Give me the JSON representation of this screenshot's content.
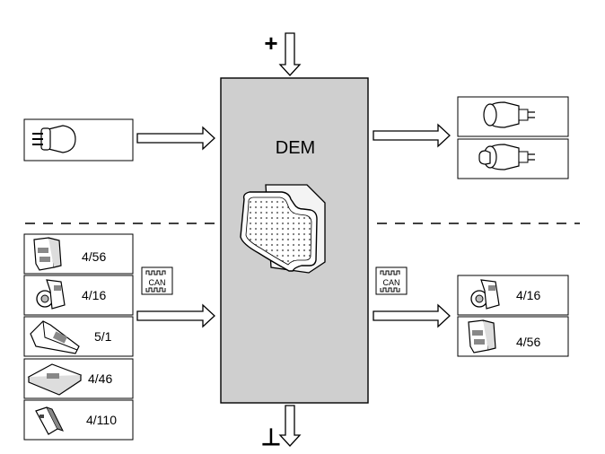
{
  "module": {
    "label": "DEM",
    "fill": "#cfcfcf"
  },
  "power": {
    "plus_symbol": "+",
    "ground_symbol": "⊥"
  },
  "can_badge": {
    "text": "CAN"
  },
  "inputs_upper": [
    {
      "id": "switch",
      "label": ""
    }
  ],
  "outputs_upper": [
    {
      "id": "actuator-1",
      "label": ""
    },
    {
      "id": "actuator-2",
      "label": ""
    }
  ],
  "inputs_lower": [
    {
      "id": "ctrl-a",
      "label": "4/56"
    },
    {
      "id": "ctrl-b",
      "label": "4/16"
    },
    {
      "id": "ctrl-c",
      "label": "5/1"
    },
    {
      "id": "ctrl-d",
      "label": "4/46"
    },
    {
      "id": "ctrl-e",
      "label": "4/110"
    }
  ],
  "outputs_lower": [
    {
      "id": "ctrl-f",
      "label": "4/16"
    },
    {
      "id": "ctrl-g",
      "label": "4/56"
    }
  ]
}
